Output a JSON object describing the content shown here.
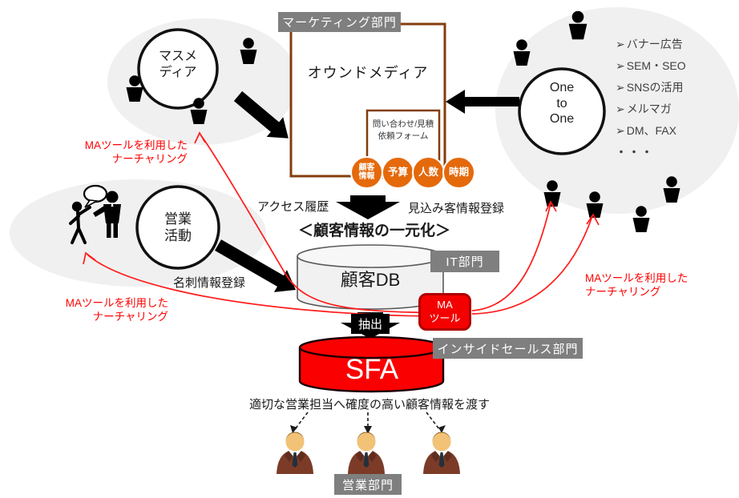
{
  "colors": {
    "red": "#ff0000",
    "orange": "#e4690b",
    "brown": "#843c0c",
    "label_gray": "#7f7f7f"
  },
  "departments": {
    "marketing": "マーケティング部門",
    "it": "IT部門",
    "inside_sales": "インサイドセールス部門",
    "sales": "営業部門"
  },
  "channels": {
    "mass_media": "マスメ\nディア",
    "owned_media": "オウンドメディア",
    "one_to_one": "One\nto\nOne",
    "inquiry_form": "問い合わせ/見積\n依頼フォーム",
    "form_fields": [
      "顧客\n情報",
      "予算",
      "人数",
      "時期"
    ],
    "one_to_one_bullet": "➢",
    "one_to_one_items": [
      "バナー広告",
      "SEM・SEO",
      "SNSの活用",
      "メルマガ",
      "DM、FAX"
    ],
    "one_to_one_more": "・・・"
  },
  "field_sales": {
    "activity": "営業\n活動",
    "business_card": "名刺情報登録"
  },
  "flow": {
    "access_history": "アクセス履歴",
    "prospect_register": "見込み客情報登録",
    "unification": "＜顧客情報の一元化＞",
    "customer_db": "顧客DB",
    "ma_tool": "MA\nツール",
    "extract": "抽出",
    "sfa": "SFA",
    "handover": "適切な営業担当へ確度の高い顧客情報を渡す"
  },
  "nurturing": {
    "left_top": "MAツールを利用した\nナーチャリング",
    "left_bottom": "MAツールを利用した\nナーチャリング",
    "right": "MAツールを利用した\nナーチャリング"
  }
}
